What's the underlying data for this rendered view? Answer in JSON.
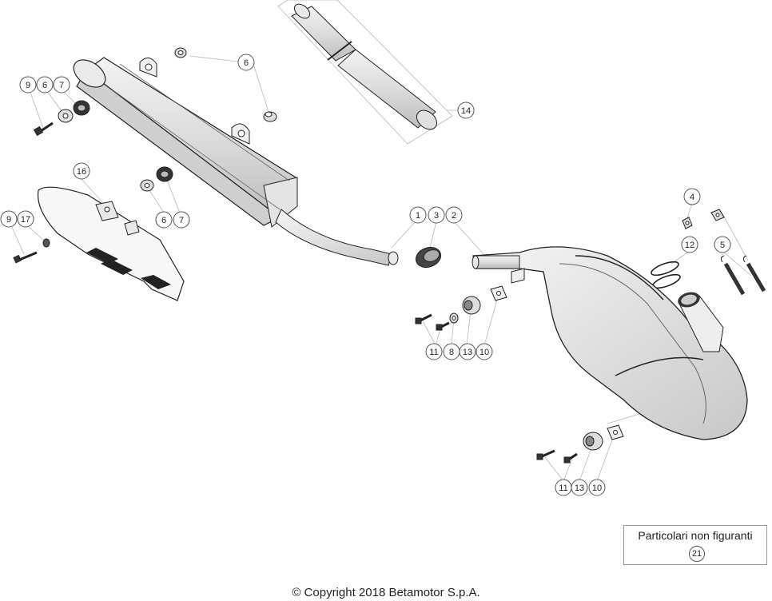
{
  "diagram": {
    "callouts": {
      "c1": "1",
      "c2": "2",
      "c3": "3",
      "c4": "4",
      "c5": "5",
      "c6a": "6",
      "c6b": "6",
      "c6c": "6",
      "c7a": "7",
      "c7b": "7",
      "c8": "8",
      "c9a": "9",
      "c9b": "9",
      "c10a": "10",
      "c10b": "10",
      "c11a": "11",
      "c11b": "11",
      "c12": "12",
      "c13a": "13",
      "c13b": "13",
      "c14": "14",
      "c16": "16",
      "c17": "17"
    }
  },
  "note_box": {
    "title": "Particolari non figuranti",
    "part": "21"
  },
  "footer": {
    "copyright": "© Copyright 2018 Betamotor S.p.A."
  }
}
